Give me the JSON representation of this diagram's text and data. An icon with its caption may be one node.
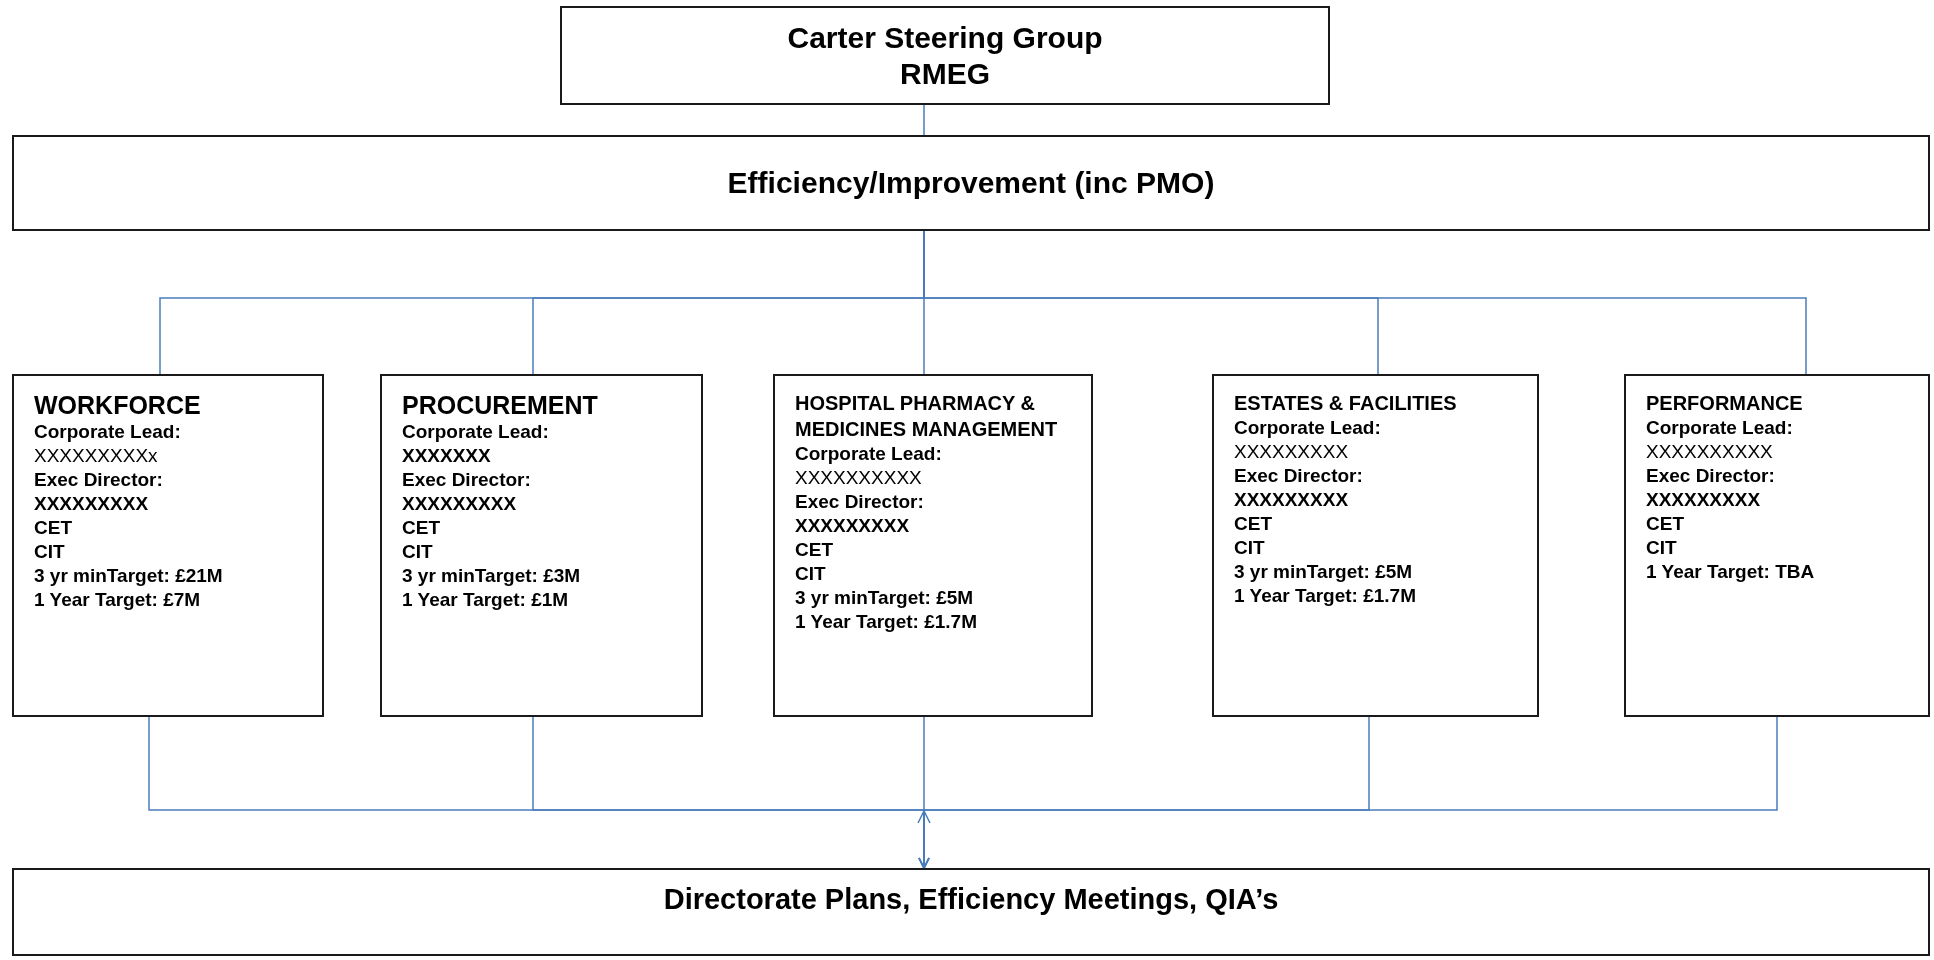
{
  "diagram": {
    "nodes": [
      {
        "text": [
          "Carter Steering Group",
          "RMEG"
        ]
      },
      {
        "text": [
          "Efficiency/Improvement (inc PMO)"
        ]
      },
      {
        "text": [
          "WORKFORCE",
          "Corporate Lead:",
          "XXXXXXXXXx",
          "Exec Director:",
          "XXXXXXXXX",
          "CET",
          "CIT",
          "3 yr minTarget: £21M",
          "1 Year Target: £7M"
        ]
      },
      {
        "text": [
          "PROCUREMENT",
          "Corporate Lead:",
          "XXXXXXX",
          "Exec Director:",
          "XXXXXXXXX",
          "CET",
          "CIT",
          "3 yr minTarget: £3M",
          "1 Year Target: £1M"
        ]
      },
      {
        "text": [
          "HOSPITAL PHARMACY & MEDICINES MANAGEMENT",
          "Corporate Lead:",
          "XXXXXXXXXX",
          "Exec Director:",
          "XXXXXXXXX",
          "CET",
          "CIT",
          "3 yr minTarget: £5M",
          "1 Year Target: £1.7M"
        ]
      },
      {
        "text": [
          "ESTATES & FACILITIES",
          "Corporate Lead:",
          "XXXXXXXXX",
          "Exec Director:",
          "XXXXXXXXX",
          "CET",
          "CIT",
          "3 yr minTarget: £5M",
          "1 Year Target: £1.7M"
        ]
      },
      {
        "text": [
          "PERFORMANCE",
          "Corporate Lead:",
          "XXXXXXXXXX",
          "Exec Director:",
          "XXXXXXXXX",
          "CET",
          "CIT",
          "1 Year Target: TBA"
        ]
      },
      {
        "text": [
          "Directorate Plans, Efficiency Meetings, QIA’s"
        ]
      }
    ],
    "edges": [
      {
        "from": 0,
        "to": 1,
        "arrow": "none"
      },
      {
        "from": 1,
        "to": 2,
        "arrow": "none"
      },
      {
        "from": 1,
        "to": 3,
        "arrow": "none"
      },
      {
        "from": 1,
        "to": 4,
        "arrow": "none"
      },
      {
        "from": 1,
        "to": 5,
        "arrow": "none"
      },
      {
        "from": 1,
        "to": 6,
        "arrow": "none"
      },
      {
        "from": 2,
        "to": 7,
        "arrow": "to"
      },
      {
        "from": 3,
        "to": 7,
        "arrow": "to"
      },
      {
        "from": 4,
        "to": 7,
        "arrow": "to"
      },
      {
        "from": 5,
        "to": 7,
        "arrow": "to"
      },
      {
        "from": 6,
        "to": 7,
        "arrow": "to"
      }
    ]
  }
}
